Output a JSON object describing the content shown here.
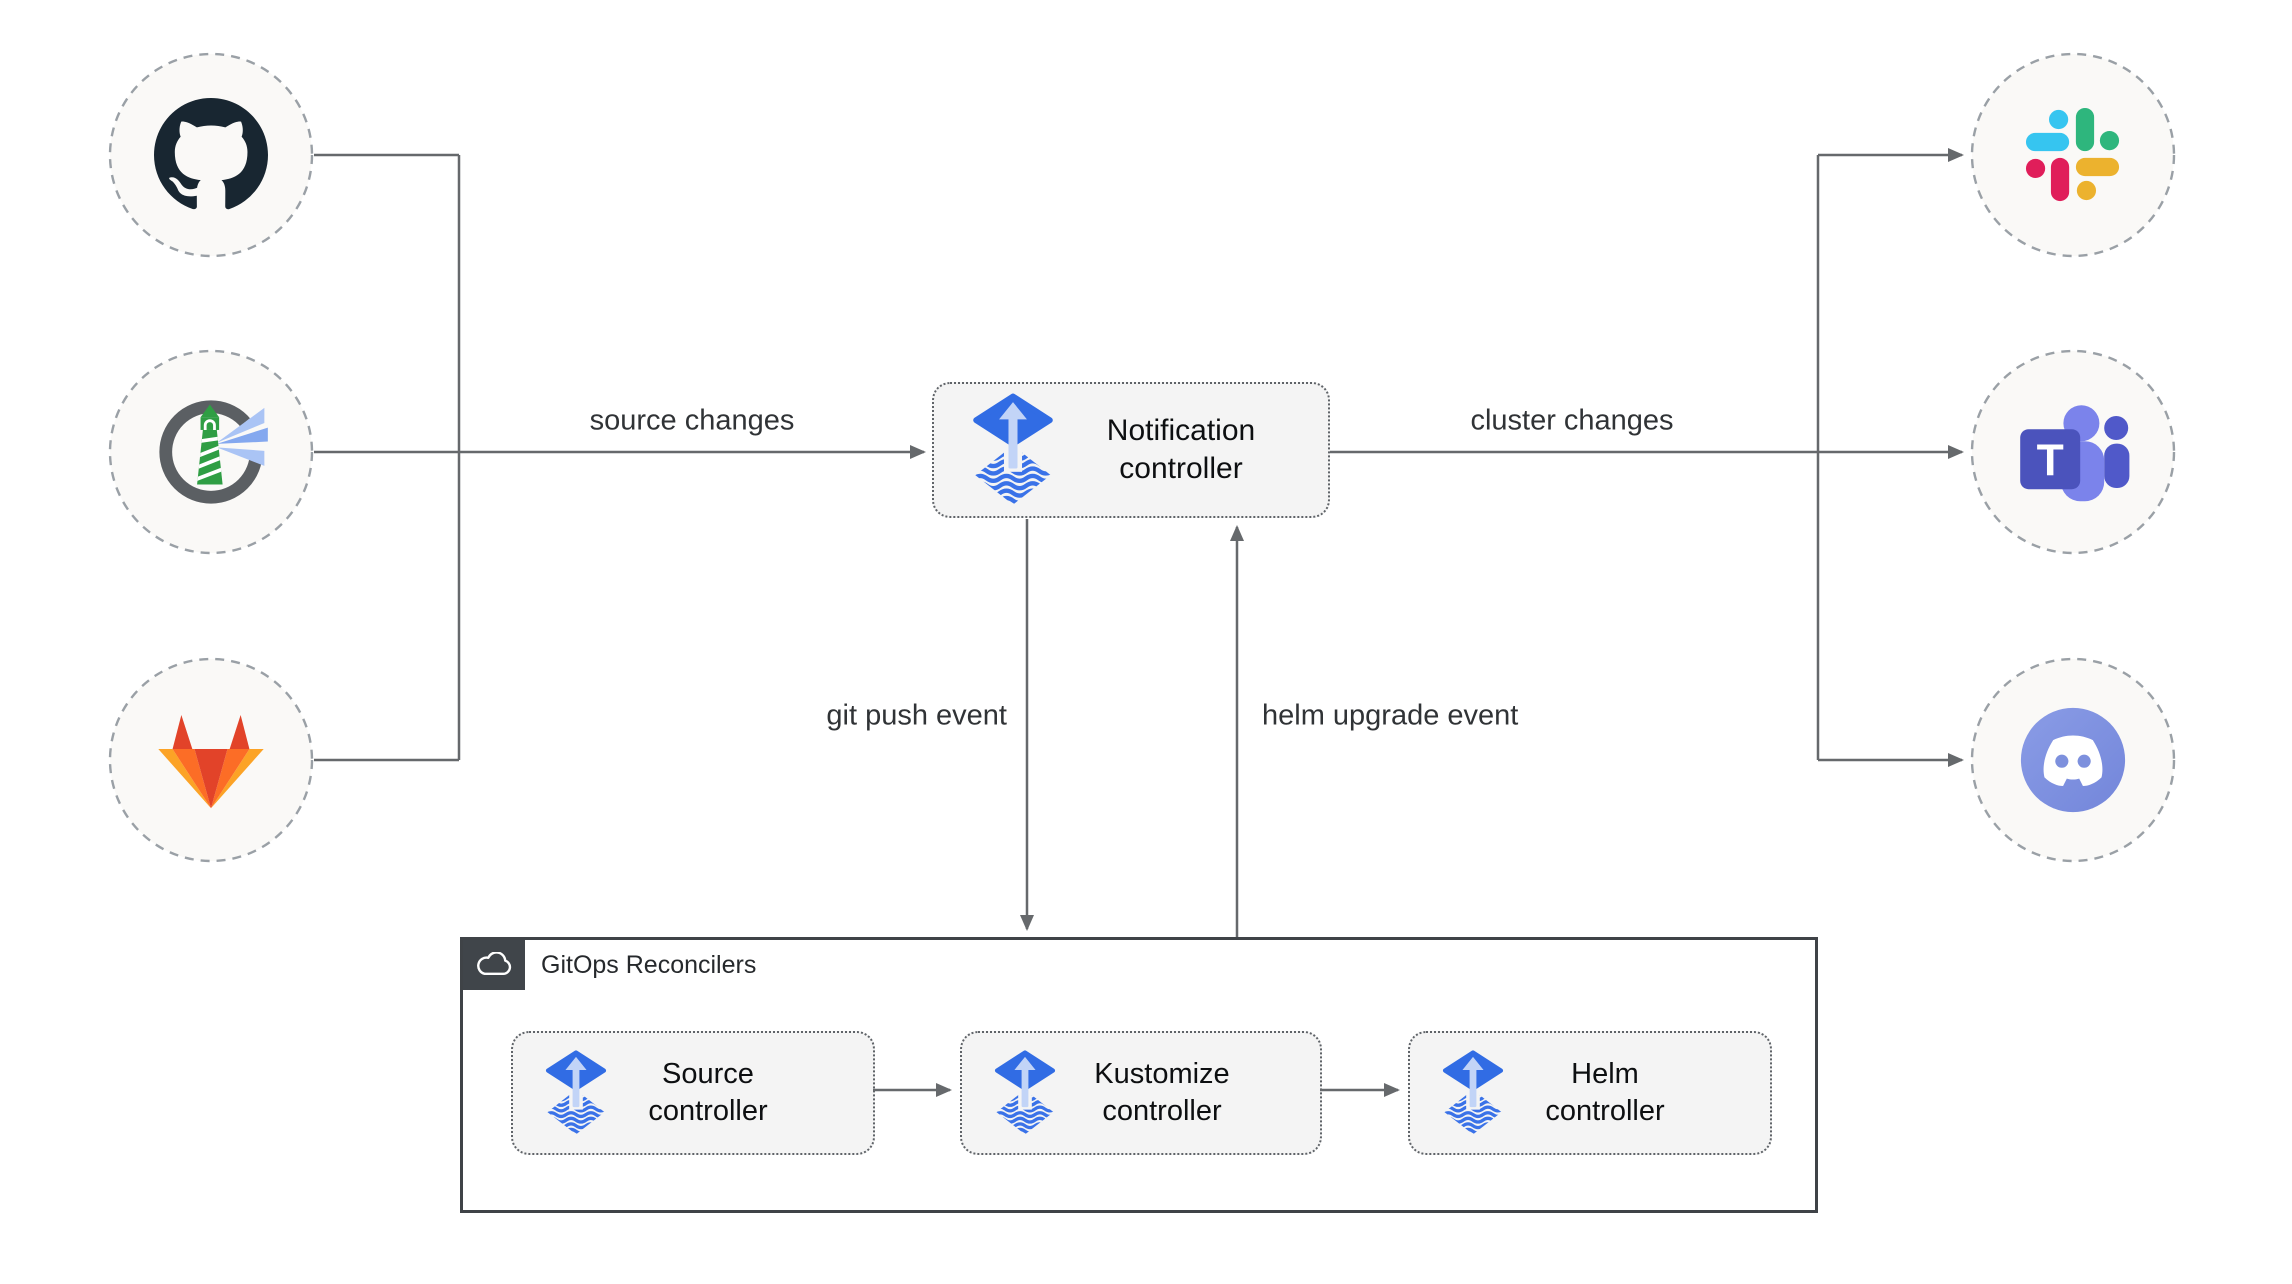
{
  "diagram": {
    "sources": [
      {
        "icon": "github-icon"
      },
      {
        "icon": "harbor-icon"
      },
      {
        "icon": "gitlab-icon"
      }
    ],
    "targets": [
      {
        "icon": "slack-icon"
      },
      {
        "icon": "teams-icon",
        "teams_letter": "T"
      },
      {
        "icon": "discord-icon"
      }
    ],
    "nodes": {
      "notification": {
        "label": "Notification controller",
        "icon": "flux-icon"
      },
      "source": {
        "label": "Source controller",
        "icon": "flux-icon"
      },
      "kustomize": {
        "label": "Kustomize controller",
        "icon": "flux-icon"
      },
      "helm": {
        "label": "Helm controller",
        "icon": "flux-icon"
      }
    },
    "group": {
      "label": "GitOps Reconcilers",
      "icon": "cloud-icon"
    },
    "edge_labels": {
      "source_changes": "source changes",
      "cluster_changes": "cluster changes",
      "git_push_event": "git push event",
      "helm_upgrade_event": "helm upgrade event"
    },
    "colors": {
      "line_gray": "#66696c",
      "node_fill": "#f4f4f4",
      "node_border": "#5f6368",
      "circle_fill": "#faf9f7",
      "circle_border": "#9aa0a6",
      "group_border": "#3f4347",
      "badge_fill": "#40454a",
      "flux_blue": "#316ce4",
      "flux_arrow_light": "#c2d4f7",
      "github": "#182631",
      "harbor_ring": "#5b5f63",
      "harbor_green": "#2f9e44",
      "harbor_beam": "#84a8ef",
      "gitlab_red": "#e24329",
      "gitlab_orange": "#fc6d26",
      "gitlab_yellow": "#fca326",
      "slack_blue": "#36C5F0",
      "slack_green": "#2EB67D",
      "slack_red": "#E01E5A",
      "slack_yellow": "#ECB22E",
      "teams_dark": "#4b53bc",
      "teams_mid": "#7b83eb",
      "teams_deep": "#5059c9",
      "discord_blurple": "#8295e1"
    }
  }
}
